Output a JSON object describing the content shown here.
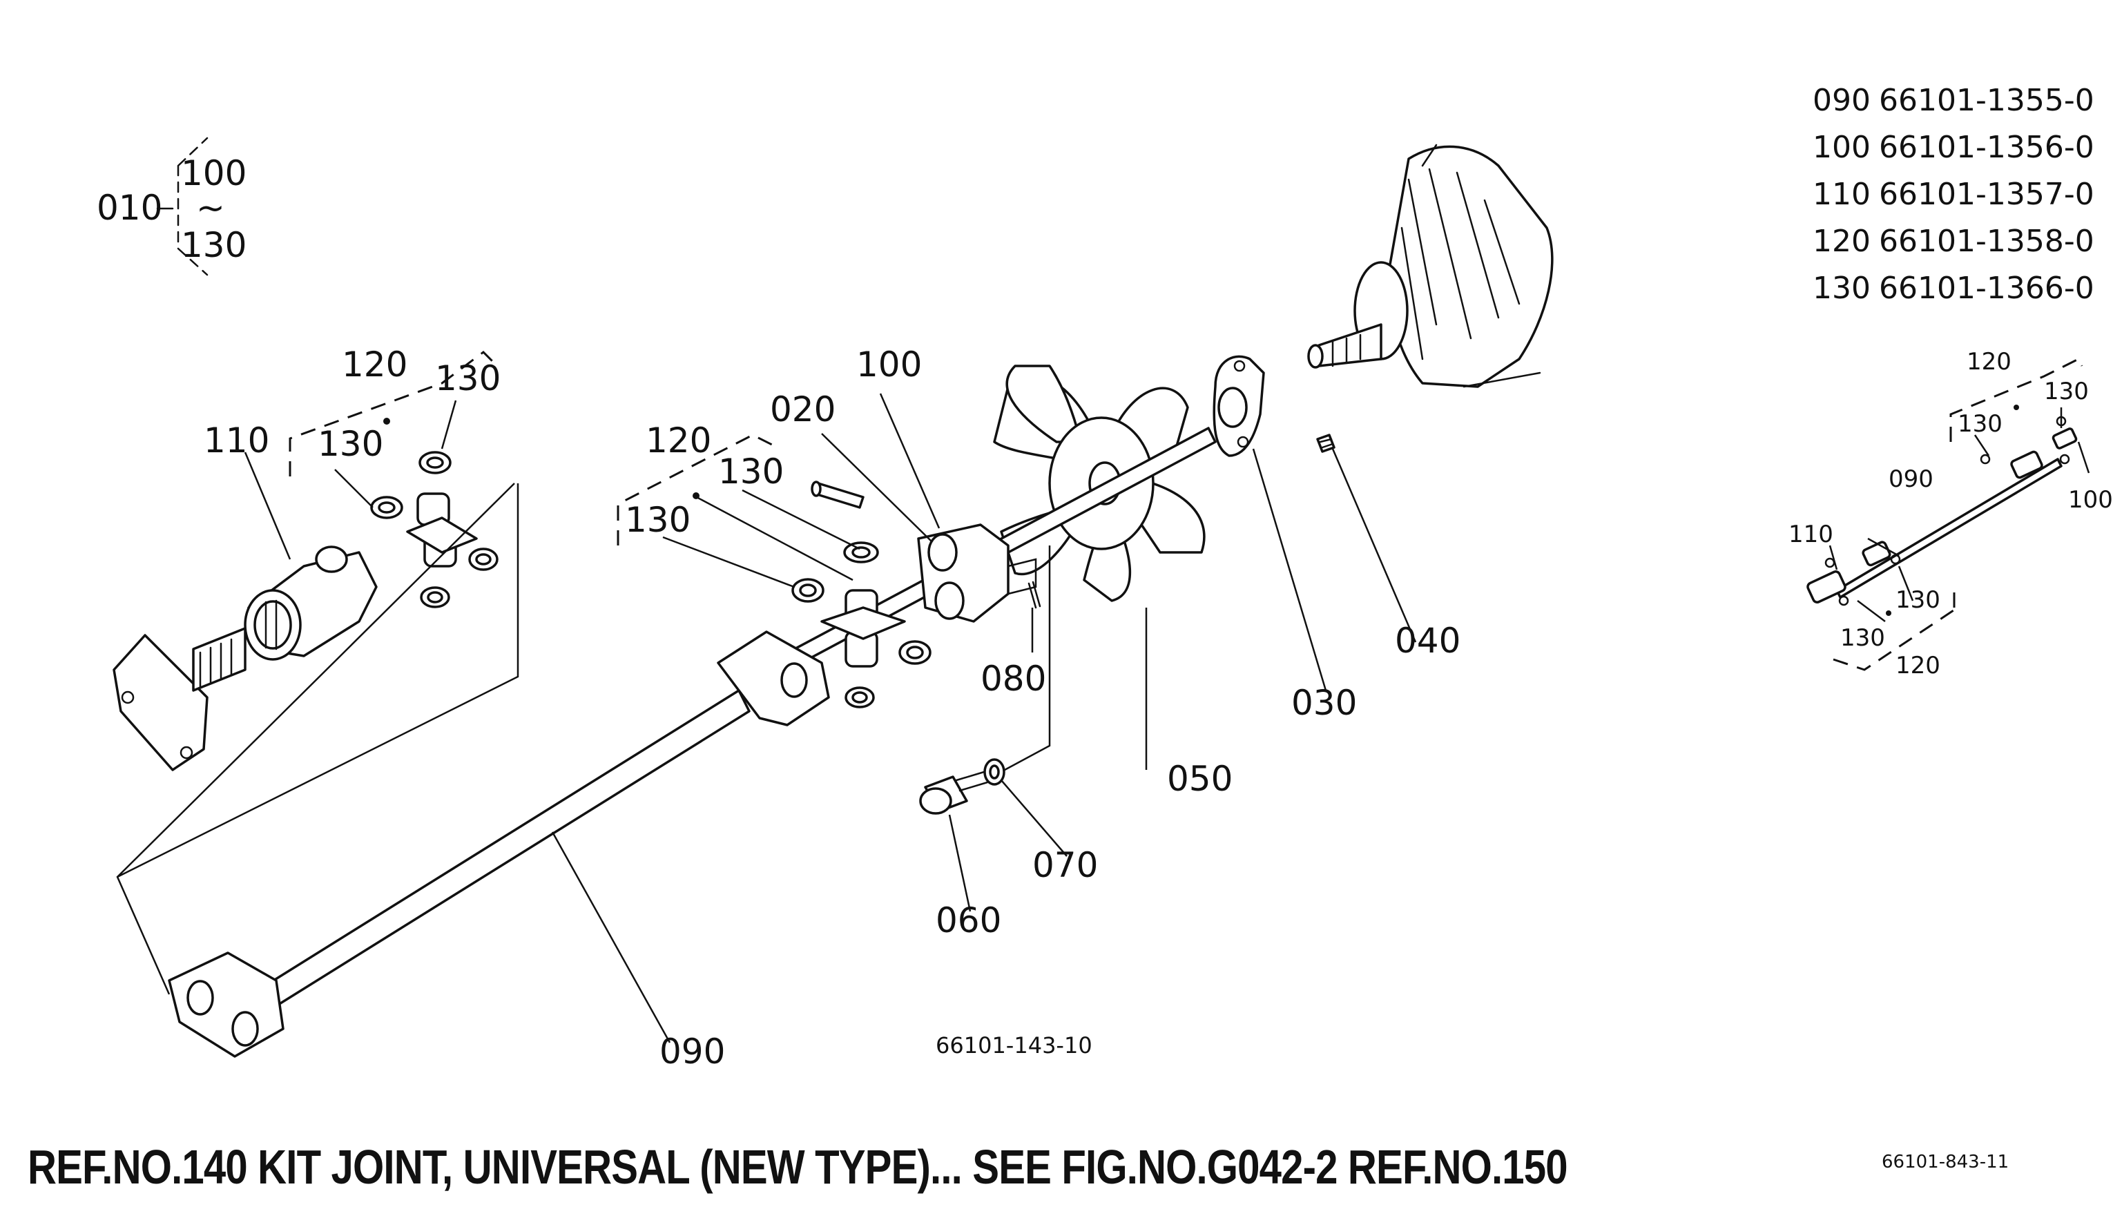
{
  "assembly": {
    "ref": "010",
    "range_start": "100",
    "range_end": "130",
    "range_sep": "~"
  },
  "part_numbers": [
    {
      "ref": "090",
      "part": "66101-1355-0"
    },
    {
      "ref": "100",
      "part": "66101-1356-0"
    },
    {
      "ref": "110",
      "part": "66101-1357-0"
    },
    {
      "ref": "120",
      "part": "66101-1358-0"
    },
    {
      "ref": "130",
      "part": "66101-1366-0"
    }
  ],
  "callouts": {
    "c020": "020",
    "c030": "030",
    "c040": "040",
    "c050": "050",
    "c060": "060",
    "c070": "070",
    "c080": "080",
    "c090": "090",
    "c100": "100",
    "c110": "110",
    "c120a": "120",
    "c120b": "120",
    "c130a": "130",
    "c130b": "130",
    "c130c": "130",
    "c130d": "130"
  },
  "inset_callouts": {
    "i120top": "120",
    "i130a": "130",
    "i130b": "130",
    "i100": "100",
    "i090": "090",
    "i110": "110",
    "i130c": "130",
    "i130d": "130",
    "i120bot": "120"
  },
  "drawing_number": "66101-143-10",
  "figure_code": "66101-843-11",
  "footer_note": "REF.NO.140 KIT JOINT, UNIVERSAL (NEW TYPE)...   SEE FIG.NO.G042-2 REF.NO.150"
}
